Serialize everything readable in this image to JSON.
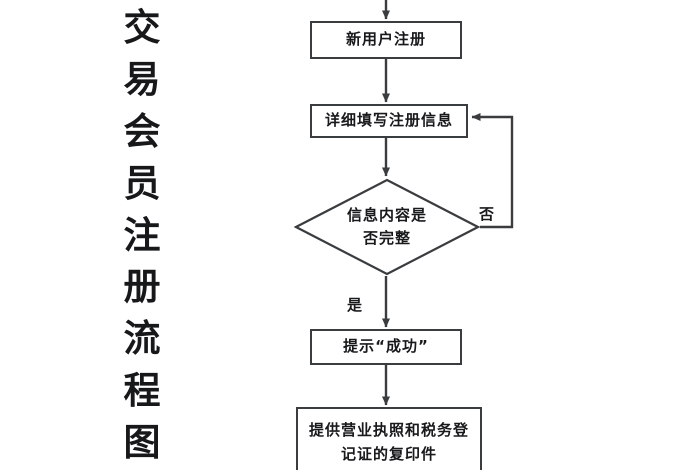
{
  "document": {
    "title": "交易会员注册流程图",
    "title_chars": [
      "交",
      "易",
      "会",
      "员",
      "注",
      "册",
      "流",
      "程",
      "图"
    ],
    "background_color": "#ffffff",
    "line_color": "#3a3d40",
    "text_color": "#17191b"
  },
  "chart_data": {
    "type": "diagram",
    "diagram_type": "flowchart",
    "orientation": "top-to-bottom",
    "title": "交易会员注册流程图",
    "nodes": [
      {
        "id": "register",
        "shape": "rectangle",
        "label": "新用户注册"
      },
      {
        "id": "fillinfo",
        "shape": "rectangle",
        "label": "详细填写注册信息"
      },
      {
        "id": "decision",
        "shape": "diamond",
        "label": "信息内容是\n否完整"
      },
      {
        "id": "success",
        "shape": "rectangle",
        "label": "提示“成功”"
      },
      {
        "id": "documents",
        "shape": "rectangle",
        "label": "提供营业执照和税务登\n记证的复印件"
      }
    ],
    "edges": [
      {
        "from": "entry",
        "to": "register",
        "label": ""
      },
      {
        "from": "register",
        "to": "fillinfo",
        "label": ""
      },
      {
        "from": "fillinfo",
        "to": "decision",
        "label": ""
      },
      {
        "from": "decision",
        "to": "fillinfo",
        "label": "否"
      },
      {
        "from": "decision",
        "to": "success",
        "label": "是"
      },
      {
        "from": "success",
        "to": "documents",
        "label": ""
      }
    ],
    "branch_labels": {
      "no": "否",
      "yes": "是"
    }
  },
  "flowchart": {
    "register_label": "新用户注册",
    "fillinfo_label": "详细填写注册信息",
    "decision_label": "信息内容是\n否完整",
    "success_label": "提示“成功”",
    "documents_label": "提供营业执照和税务登\n记证的复印件",
    "no_label": "否",
    "yes_label": "是"
  }
}
